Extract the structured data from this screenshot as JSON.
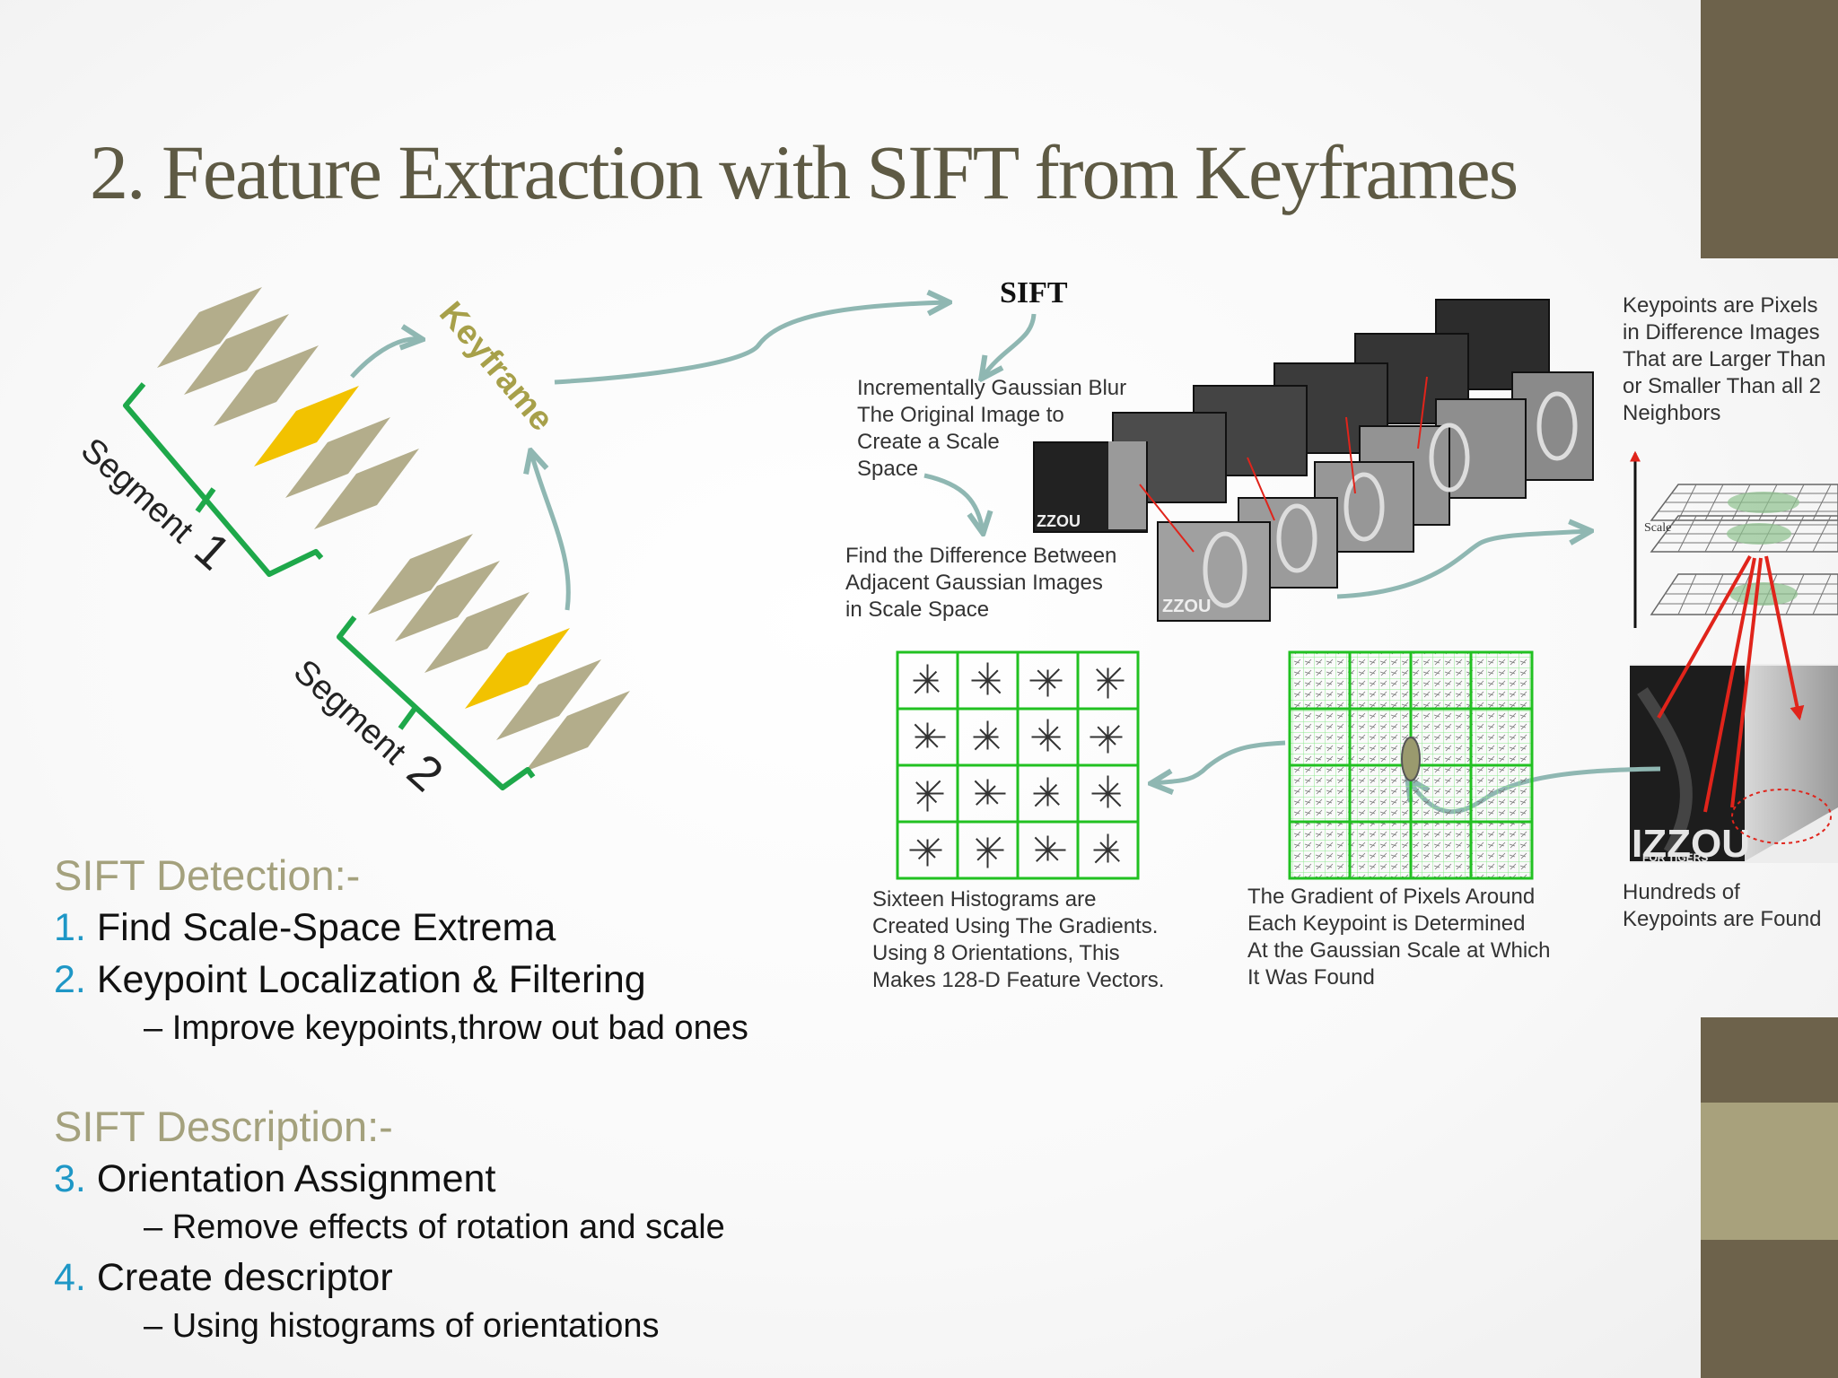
{
  "slide": {
    "title": "2. Feature Extraction with SIFT from Keyframes",
    "colors": {
      "title": "#5e5a44",
      "heading": "#a4a17d",
      "number": "#1e97c6",
      "bracket": "#1ea84a",
      "keyframe": "#f2c200",
      "frame": "#b3ad8b",
      "arrow": "#8fb7b2",
      "band_dark": "#6d624b",
      "band_light": "#a8a17c"
    }
  },
  "diagram": {
    "keyframe_label": "Keyframe",
    "segment1_word": "Segment",
    "segment1_num": "1",
    "segment2_word": "Segment",
    "segment2_num": "2"
  },
  "sift": {
    "label": "SIFT",
    "cap_blur": [
      "Incrementally Gaussian Blur",
      "The Original Image to",
      "Create a Scale",
      "Space"
    ],
    "cap_diff": [
      "Find the Difference Between",
      "Adjacent Gaussian Images",
      "in Scale Space"
    ],
    "cap_keypoints": [
      "Keypoints are Pixels",
      "in Difference Images",
      "That are Larger Than",
      "or Smaller Than all 2",
      "Neighbors"
    ],
    "scale_label": "Scale",
    "cap_hist": [
      "Sixteen Histograms are",
      "Created Using The Gradients.",
      "Using 8 Orientations, This",
      "Makes 128-D Feature Vectors."
    ],
    "cap_grad": [
      "The Gradient of Pixels Around",
      "Each Keypoint is Determined",
      "At the Gaussian Scale at Which",
      "It Was Found"
    ],
    "cap_found": [
      "Hundreds of",
      "Keypoints are Found"
    ],
    "mug_text": "IZZOU",
    "mug_sub": "FOR TIGERS",
    "thumb_text": "ZZOU"
  },
  "detection": {
    "heading": "SIFT Detection:-",
    "items": [
      {
        "num": "1.",
        "text": "Find Scale-Space Extrema"
      },
      {
        "num": "2.",
        "text": "Keypoint Localization & Filtering",
        "sub": "– Improve keypoints,throw out bad ones"
      }
    ]
  },
  "description": {
    "heading": "SIFT Description:-",
    "items": [
      {
        "num": "3.",
        "text": "Orientation Assignment",
        "sub": "– Remove effects of rotation and scale"
      },
      {
        "num": "4.",
        "text": "Create descriptor",
        "sub": "– Using histograms of orientations"
      }
    ]
  }
}
